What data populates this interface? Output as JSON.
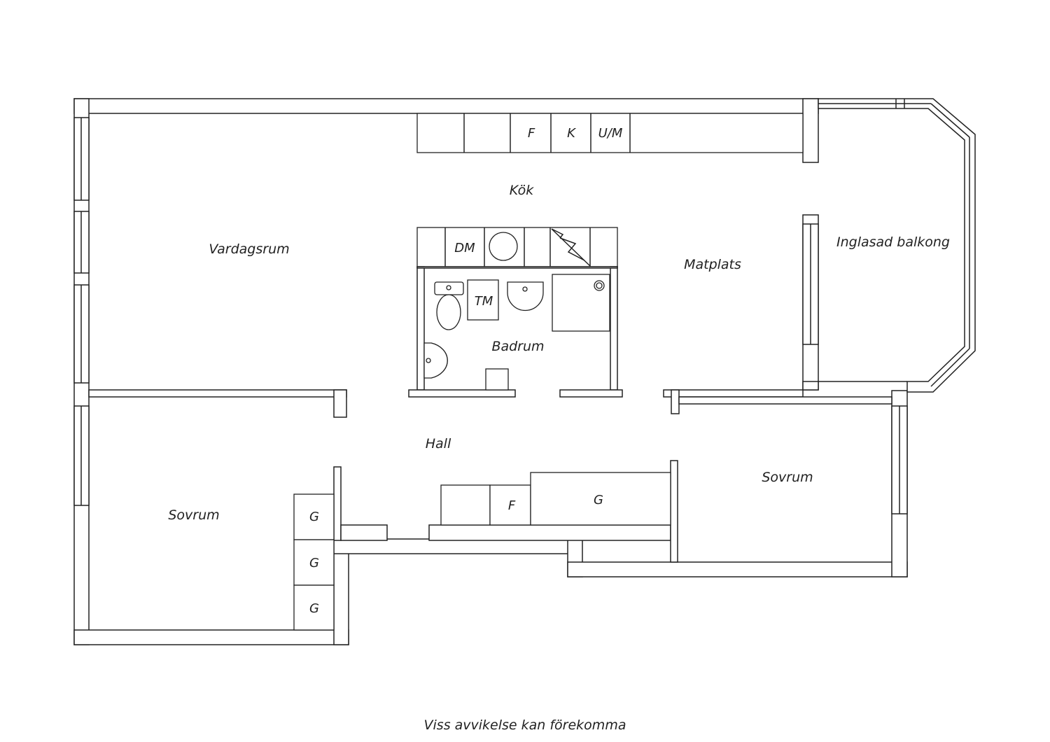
{
  "rooms": {
    "kok": "Kök",
    "vardagsrum": "Vardagsrum",
    "matplats": "Matplats",
    "inglasad_balkong": "Inglasad balkong",
    "badrum": "Badrum",
    "hall": "Hall",
    "sovrum_left": "Sovrum",
    "sovrum_right": "Sovrum"
  },
  "fixtures": {
    "kitchen_f": "F",
    "kitchen_k": "K",
    "kitchen_um": "U/M",
    "dm": "DM",
    "tm": "TM",
    "hall_f": "F",
    "hall_g": "G",
    "closet_g1": "G",
    "closet_g2": "G",
    "closet_g3": "G"
  },
  "footer": {
    "disclaimer": "Viss avvikelse kan förekomma"
  }
}
